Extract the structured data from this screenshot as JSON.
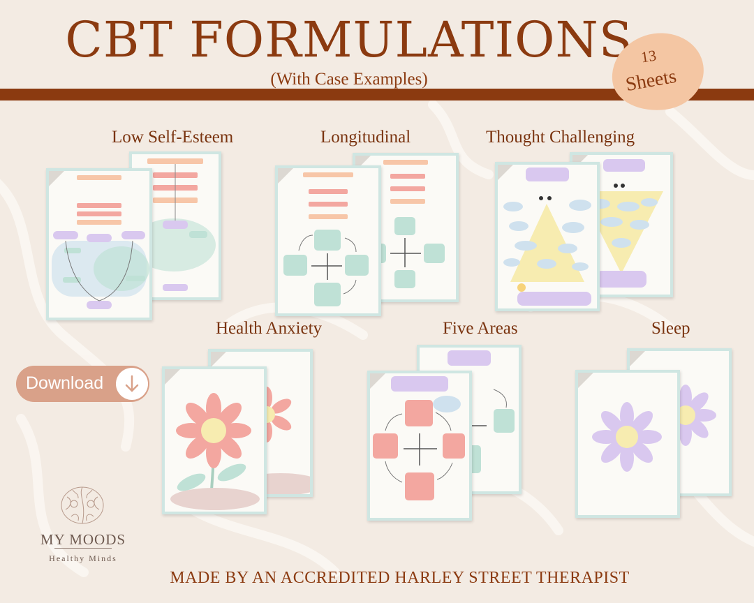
{
  "title": "CBT FORMULATIONS",
  "subtitle": "(With Case Examples)",
  "badge": {
    "count": "13",
    "word": "Sheets"
  },
  "sections": {
    "low_self_esteem": "Low Self-Esteem",
    "longitudinal": "Longitudinal",
    "thought_challenging": "Thought Challenging",
    "health_anxiety": "Health Anxiety",
    "five_areas": "Five Areas",
    "sleep": "Sleep"
  },
  "download": {
    "label": "Download",
    "icon": "arrow-down-icon"
  },
  "brand": {
    "name": "MY MOODS",
    "tagline": "Healthy Minds",
    "icon": "brain-line-art-icon"
  },
  "footer": "MADE BY AN  ACCREDITED  HARLEY STREET THERAPIST",
  "colors": {
    "background": "#f3ebe3",
    "title": "#8b3a10",
    "band": "#8b3a10",
    "badge": "#f4c6a3",
    "download_button": "#d9a189",
    "sheet_border": "#cfe6e2",
    "box_peach": "#f7c6a8",
    "box_mint": "#bfe1d6",
    "box_lilac": "#d9c8ef",
    "box_pink": "#f3a7a0",
    "box_yellow": "#f7ecb0"
  }
}
